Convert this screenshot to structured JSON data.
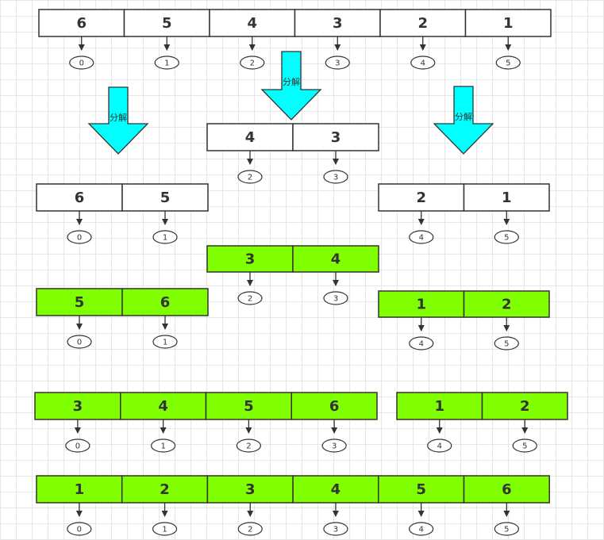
{
  "colors": {
    "white_cell": "#ffffff",
    "sorted_cell": "#80ff00",
    "arrow_fill": "#00ffff",
    "stroke": "#333333"
  },
  "decompose_label": "分解",
  "arrays": [
    {
      "id": "original",
      "color": "white",
      "cells": [
        "6",
        "5",
        "4",
        "3",
        "2",
        "1"
      ],
      "indices": [
        "0",
        "1",
        "2",
        "3",
        "4",
        "5"
      ]
    },
    {
      "id": "split-middle",
      "color": "white",
      "cells": [
        "4",
        "3"
      ],
      "indices": [
        "2",
        "3"
      ]
    },
    {
      "id": "split-left",
      "color": "white",
      "cells": [
        "6",
        "5"
      ],
      "indices": [
        "0",
        "1"
      ]
    },
    {
      "id": "split-right",
      "color": "white",
      "cells": [
        "2",
        "1"
      ],
      "indices": [
        "4",
        "5"
      ]
    },
    {
      "id": "sorted-middle",
      "color": "sorted",
      "cells": [
        "3",
        "4"
      ],
      "indices": [
        "2",
        "3"
      ]
    },
    {
      "id": "sorted-left",
      "color": "sorted",
      "cells": [
        "5",
        "6"
      ],
      "indices": [
        "0",
        "1"
      ]
    },
    {
      "id": "sorted-right",
      "color": "sorted",
      "cells": [
        "1",
        "2"
      ],
      "indices": [
        "4",
        "5"
      ]
    },
    {
      "id": "merged-left",
      "color": "sorted",
      "cells": [
        "3",
        "4",
        "5",
        "6"
      ],
      "indices": [
        "0",
        "1",
        "2",
        "3"
      ]
    },
    {
      "id": "merged-right",
      "color": "sorted",
      "cells": [
        "1",
        "2"
      ],
      "indices": [
        "4",
        "5"
      ]
    },
    {
      "id": "final",
      "color": "sorted",
      "cells": [
        "1",
        "2",
        "3",
        "4",
        "5",
        "6"
      ],
      "indices": [
        "0",
        "1",
        "2",
        "3",
        "4",
        "5"
      ]
    }
  ]
}
